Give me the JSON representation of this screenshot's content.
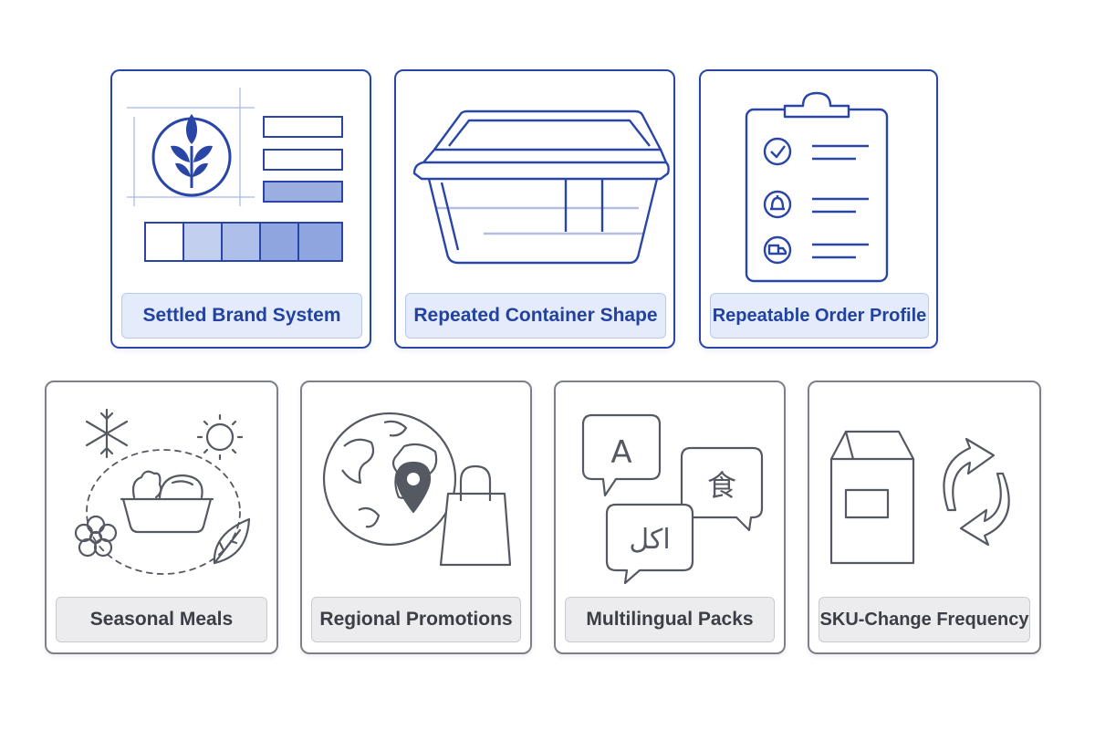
{
  "top_cards": [
    {
      "label": "Settled Brand System"
    },
    {
      "label": "Repeated Container Shape"
    },
    {
      "label": "Repeatable Order Profile"
    }
  ],
  "bottom_cards": [
    {
      "label": "Seasonal Meals"
    },
    {
      "label": "Regional Promotions"
    },
    {
      "label": "Multilingual Packs"
    },
    {
      "label": "SKU-Change Frequency"
    }
  ],
  "glyphs": {
    "latin": "A",
    "cjk": "食",
    "arabic": "اكل"
  },
  "colors": {
    "stable_accent": "#2946a6",
    "variable_accent": "#555962",
    "stable_label_bg": "#e4ecfb",
    "variable_label_bg": "#ececee"
  }
}
